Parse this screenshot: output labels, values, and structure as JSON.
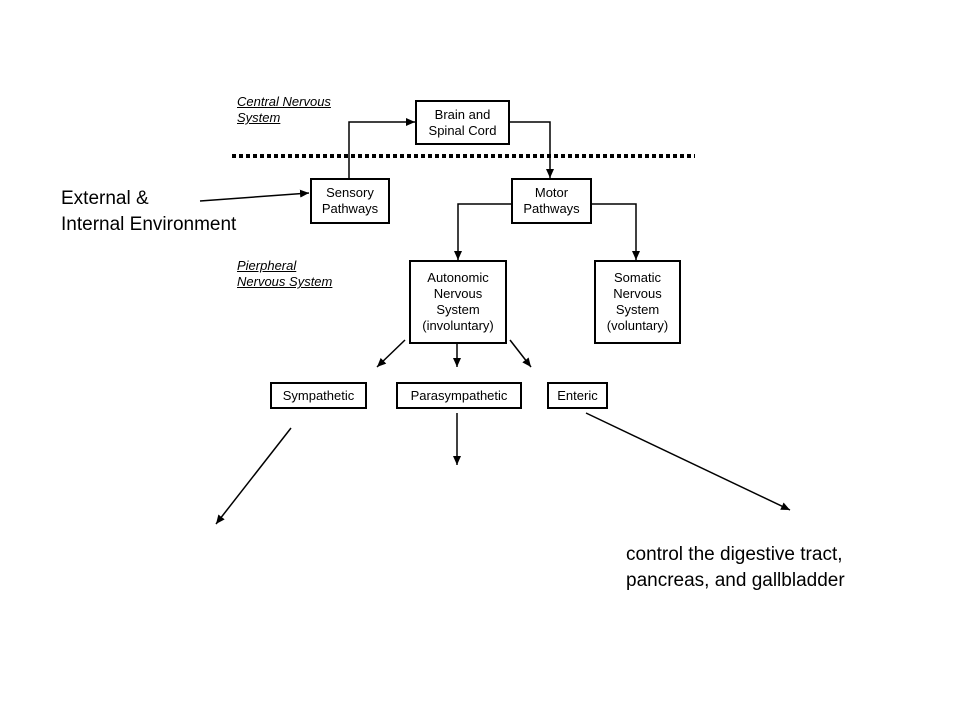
{
  "section_labels": {
    "central": "Central Nervous\nSystem",
    "peripheral": "Pierpheral\nNervous System"
  },
  "nodes": {
    "brain": "Brain and\nSpinal Cord",
    "sensory": "Sensory\nPathways",
    "motor": "Motor\nPathways",
    "autonomic": "Autonomic\nNervous\nSystem\n(involuntary)",
    "somatic": "Somatic\nNervous\nSystem\n(voluntary)",
    "sympathetic": "Sympathetic",
    "parasympathetic": "Parasympathetic",
    "enteric": "Enteric"
  },
  "annotations": {
    "environment": "External &\nInternal Environment",
    "enteric_note": "control the digestive tract,\npancreas, and gallbladder"
  }
}
